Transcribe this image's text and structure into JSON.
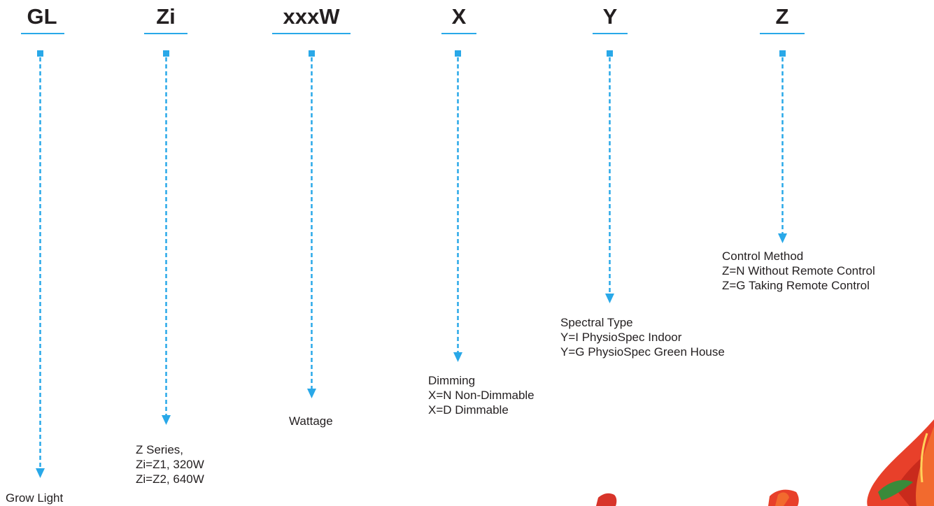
{
  "segments": [
    {
      "code": "GL",
      "desc": [
        "Grow Light"
      ]
    },
    {
      "code": "Zi",
      "desc": [
        "Z Series,",
        "Zi=Z1, 320W",
        "Zi=Z2, 640W"
      ]
    },
    {
      "code": "xxxW",
      "desc": [
        "Wattage"
      ]
    },
    {
      "code": "X",
      "desc": [
        "Dimming",
        "X=N Non-Dimmable",
        "X=D Dimmable"
      ]
    },
    {
      "code": "Y",
      "desc": [
        "Spectral Type",
        "Y=I PhysioSpec Indoor",
        "Y=G PhysioSpec Green House"
      ]
    },
    {
      "code": "Z",
      "desc": [
        "Control Method",
        "Z=N Without Remote Control",
        "Z=G Taking Remote Control"
      ]
    }
  ],
  "colors": {
    "accent": "#29a8e8",
    "text": "#231f20"
  }
}
